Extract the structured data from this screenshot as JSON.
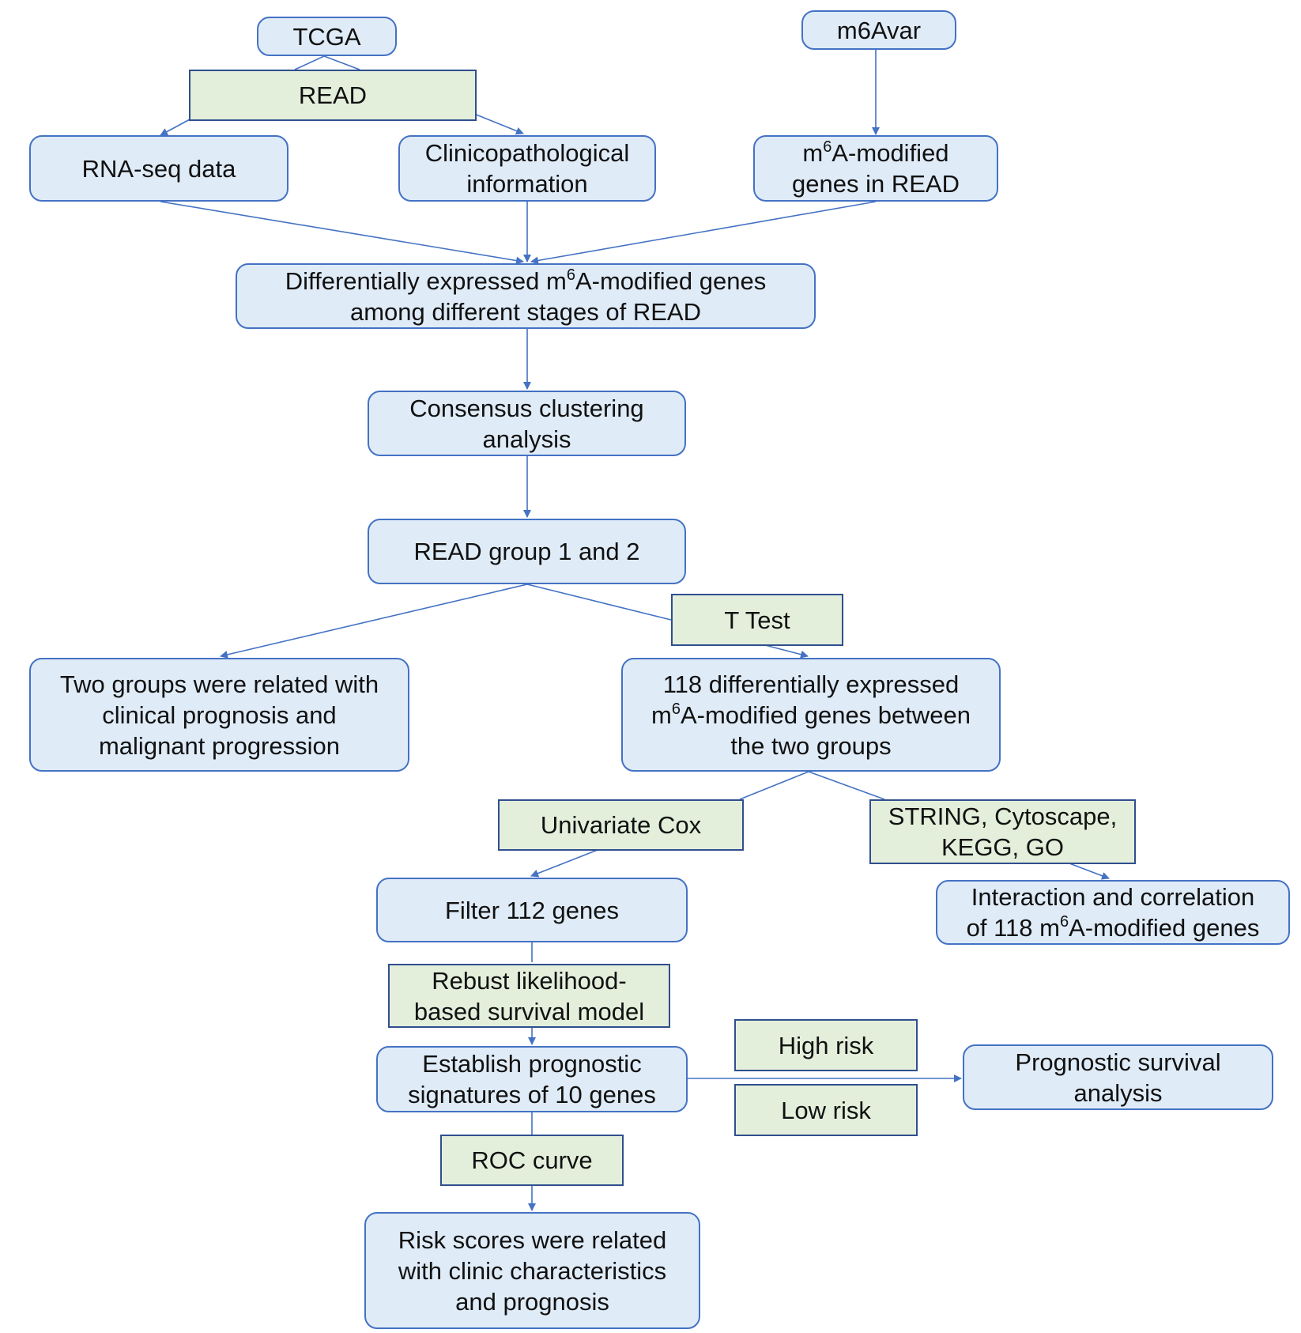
{
  "colors": {
    "blue_fill": "#dfebf7",
    "blue_border": "#4472c4",
    "green_fill": "#e3efdb",
    "green_border": "#2f4f8f",
    "arrow": "#4472c4"
  },
  "nodes": {
    "tcga": {
      "lines": [
        "TCGA"
      ]
    },
    "m6avar": {
      "lines": [
        "m6Avar"
      ]
    },
    "read": {
      "lines": [
        "READ"
      ]
    },
    "rnaseq": {
      "lines": [
        "RNA-seq data"
      ]
    },
    "clinico": {
      "lines": [
        "Clinicopathological",
        "information"
      ]
    },
    "m6a_genes_read": {
      "m": "m",
      "sup": "6",
      "rest": "A-modified",
      "line2": "genes in READ"
    },
    "diff_expr": {
      "pre": "Differentially expressed m",
      "sup": "6",
      "post": "A-modified genes",
      "line2": "among different stages of READ"
    },
    "consensus": {
      "lines": [
        "Consensus clustering",
        "analysis"
      ]
    },
    "read_groups": {
      "lines": [
        "READ group 1 and 2"
      ]
    },
    "ttest": {
      "lines": [
        "T Test"
      ]
    },
    "two_groups": {
      "lines": [
        "Two groups were related with",
        "clinical prognosis and",
        "malignant progression"
      ]
    },
    "deg118": {
      "line1": "118 differentially expressed",
      "m": "m",
      "sup": "6",
      "rest": "A-modified genes between",
      "line3": "the two groups"
    },
    "univariate": {
      "lines": [
        "Univariate Cox"
      ]
    },
    "string_tools": {
      "lines": [
        "STRING, Cytoscape,",
        "KEGG, GO"
      ]
    },
    "filter112": {
      "lines": [
        "Filter 112 genes"
      ]
    },
    "interaction": {
      "line1": "Interaction and correlation",
      "pre": "of 118 m",
      "sup": "6",
      "post": "A-modified genes"
    },
    "rebust": {
      "lines": [
        "Rebust likelihood-",
        "based survival model"
      ]
    },
    "establish": {
      "lines": [
        "Establish prognostic",
        "signatures of 10 genes"
      ]
    },
    "high_risk": {
      "lines": [
        "High risk"
      ]
    },
    "low_risk": {
      "lines": [
        "Low risk"
      ]
    },
    "prog_survival": {
      "lines": [
        "Prognostic survival",
        "analysis"
      ]
    },
    "roc": {
      "lines": [
        "ROC curve"
      ]
    },
    "risk_scores": {
      "lines": [
        "Risk scores were related",
        "with clinic characteristics",
        "and prognosis"
      ]
    }
  }
}
